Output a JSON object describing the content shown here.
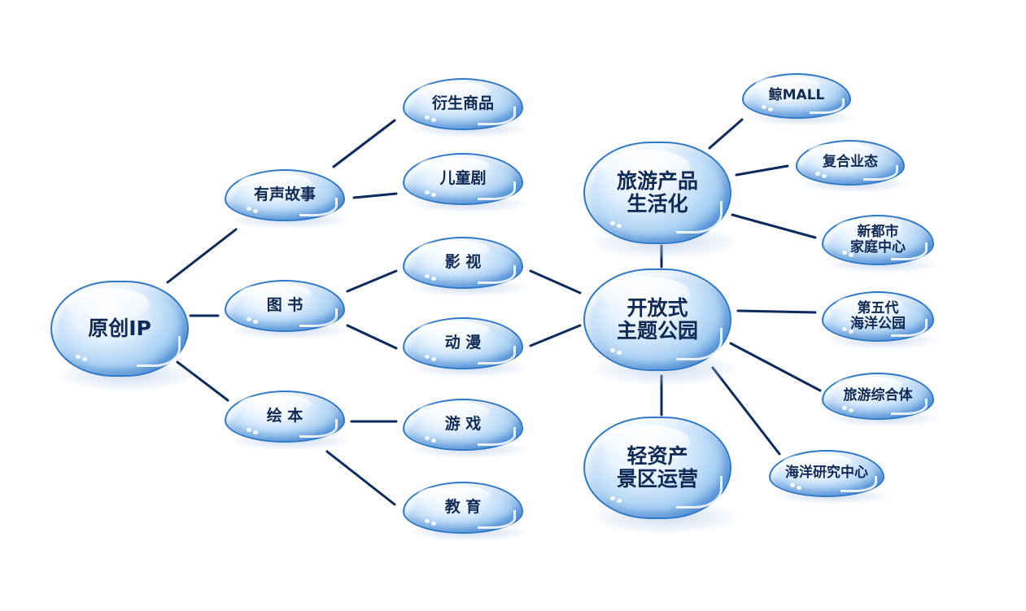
{
  "nodes": {
    "yuanchuang": "原创IP",
    "yousheng": "有声故事",
    "tushu": "图 书",
    "huiben": "绘 本",
    "yansheng": "衍生商品",
    "ertongju": "儿童剧",
    "yingshi": "影 视",
    "dongman": "动 漫",
    "youxi": "游 戏",
    "jiaoyu": "教 育",
    "kaifang": "开放式\n主题公园",
    "lvyou_shenghuo": "旅游产品\n生活化",
    "qingzichan": "轻资产\n景区运营",
    "jingmall": "鲸MALL",
    "fuhe": "复合业态",
    "xindushi": "新都市\n家庭中心",
    "diwudai": "第五代\n海洋公园",
    "lvyouzonghe": "旅游综合体",
    "haiyang": "海洋研究中心"
  },
  "colors": {
    "line": "#0d2a5c",
    "text": "#0f2a55",
    "bubble_edge": "#2f79c8"
  }
}
